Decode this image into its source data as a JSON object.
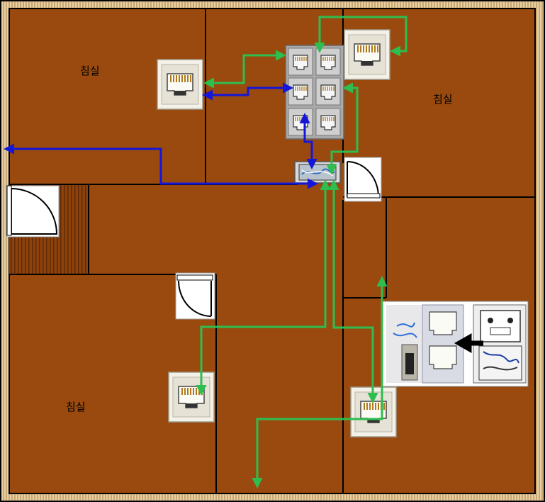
{
  "rooms": [
    {
      "label": "침실"
    },
    {
      "label": "침실"
    },
    {
      "label": "침실"
    }
  ],
  "colors": {
    "wall_border": "#e3c79a",
    "floor": "#9c4c0f",
    "floor_dark": "#7a3a0c",
    "deck": "#8a3f0a",
    "wall_line": "#000000",
    "green_line": "#2ebd4f",
    "blue_line": "#1416d8",
    "panel": "#a8a8a8",
    "outlet_face": "#eceadf",
    "door": "#ffffff"
  },
  "icons": {
    "outlet": "rj45-wall-outlet-icon",
    "patch_panel": "network-patch-panel-icon",
    "junction": "cable-junction-box-icon",
    "door": "door-swing-icon",
    "arrow": "arrow-icon"
  }
}
